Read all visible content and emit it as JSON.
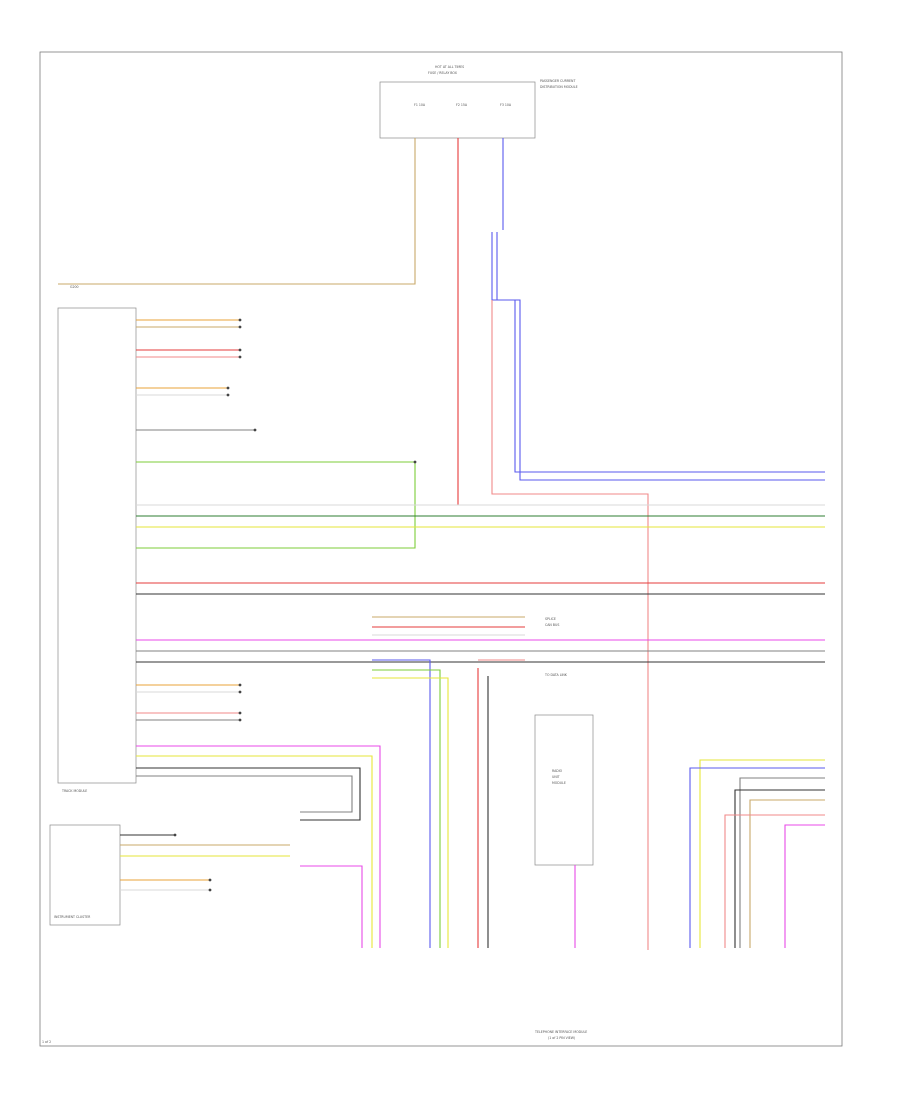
{
  "colors": {
    "orange": "#e8a33a",
    "tan": "#c8a86a",
    "red": "#e63b3b",
    "pink": "#f08a8a",
    "blue": "#5a5aee",
    "violet": "#b07cf0",
    "green": "#7ccd3a",
    "darkgreen": "#2e7d32",
    "yellow": "#e6e63a",
    "grey": "#808080",
    "black": "#333333",
    "magenta": "#e84ae8",
    "white": "#d8d8d8"
  },
  "labels": {
    "fuse_box_title": "HOT AT ALL TIMES",
    "fuse_box_subtitle": "FUSE / RELAY BOX",
    "fuse_1": "F1 10A",
    "fuse_2": "F2 15A",
    "fuse_3": "F3 10A",
    "fuse_note_1": "PASSENGER CURRENT",
    "fuse_note_2": "DISTRIBUTION MODULE",
    "ground_left": "G200",
    "module_main": "TRACK MODULE",
    "module_bottom_left": "INSTRUMENT CLUSTER",
    "page_tag": "1 of 2",
    "bottom_title_1": "TELEPHONE INTERFACE MODULE",
    "bottom_title_2": "(1 of 2 PIN VIEW)",
    "center_module_1": "RADIO",
    "center_module_2": "UNIT",
    "center_module_3": "MODULE",
    "side_label_1": "SPLICE",
    "side_label_2": "CAN BUS",
    "side_label_3": "TO DATA LINK"
  }
}
